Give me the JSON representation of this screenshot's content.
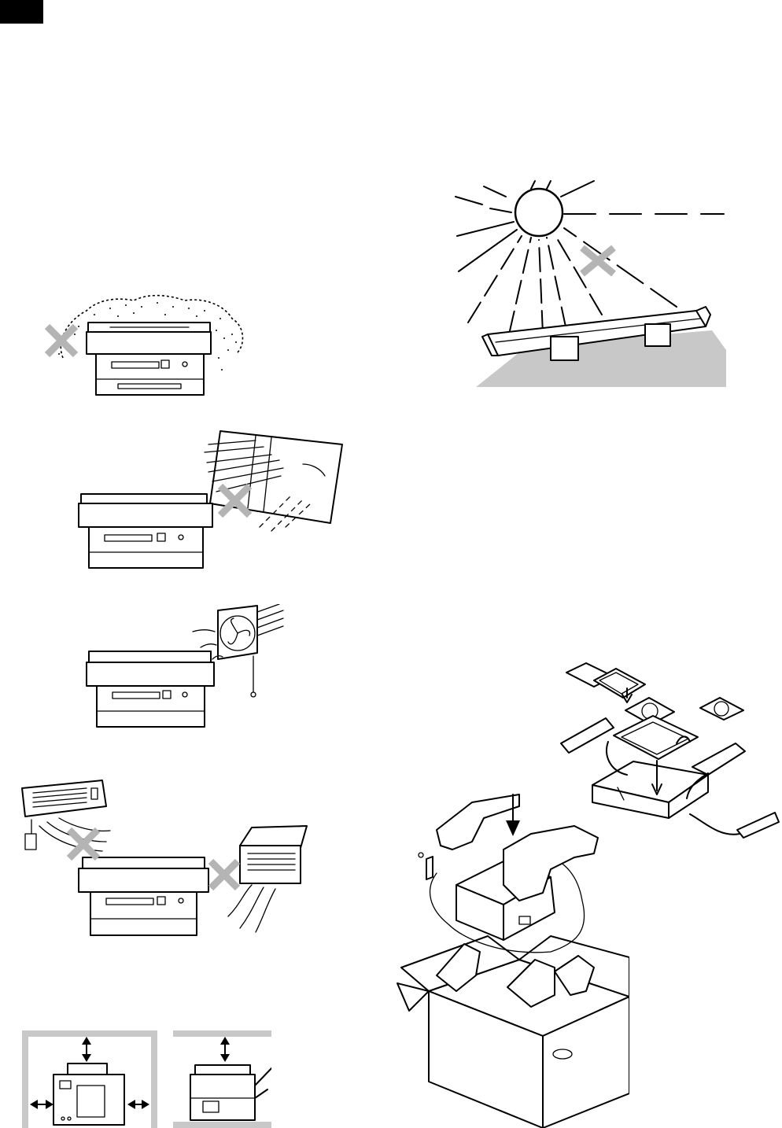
{
  "page": {
    "corner_tab_color": "#000000",
    "prohibited_mark_color": "#b4b4b4",
    "shade_color": "#c8c8c8"
  },
  "illustrations": [
    {
      "id": "dust",
      "icon": "dust-cloud-icon",
      "prohibited": true
    },
    {
      "id": "window-light",
      "icon": "window-icon",
      "prohibited": true
    },
    {
      "id": "ventilation-fan",
      "icon": "fan-icon",
      "prohibited": false
    },
    {
      "id": "air-conditioner-heater",
      "icon": "heater-icon",
      "prohibited": true
    },
    {
      "id": "clearance-front",
      "icon": "clearance-arrows-icon",
      "prohibited": false
    },
    {
      "id": "clearance-side",
      "icon": "clearance-arrows-icon",
      "prohibited": false
    },
    {
      "id": "sunlight-toner",
      "icon": "sun-icon",
      "prohibited": true
    },
    {
      "id": "packing-contents",
      "icon": "package-box-icon",
      "prohibited": false
    },
    {
      "id": "packing-carton",
      "icon": "carton-icon",
      "prohibited": false
    }
  ]
}
